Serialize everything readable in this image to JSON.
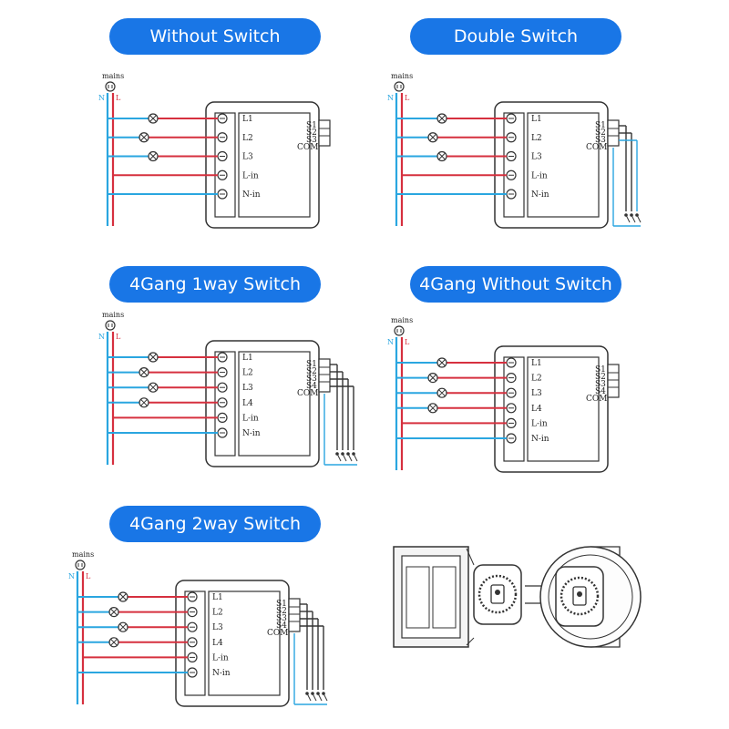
{
  "titles": {
    "without_switch": "Without Switch",
    "double_switch": "Double Switch",
    "gang4_1way": "4Gang 1way Switch",
    "gang4_without": "4Gang Without Switch",
    "gang4_2way": "4Gang 2way Switch"
  },
  "labels": {
    "mains": "mains",
    "n": "N",
    "l": "L",
    "l1": "L1",
    "l2": "L2",
    "l3": "L3",
    "l4": "L4",
    "lin": "L-in",
    "nin": "N-in",
    "s1": "S1",
    "s2": "S2",
    "s3": "S3",
    "s4": "S4",
    "com": "COM"
  },
  "colors": {
    "pill": "#1976e6",
    "live_wire": "#d6303f",
    "neutral_wire": "#2aa6e0",
    "outline": "#333333"
  },
  "diagrams": [
    {
      "id": "without-switch",
      "gangs": 3,
      "switch": "none",
      "s_labels": 3
    },
    {
      "id": "double-switch",
      "gangs": 3,
      "switch": "double",
      "s_labels": 3
    },
    {
      "id": "4gang-1way",
      "gangs": 4,
      "switch": "1way",
      "s_labels": 4
    },
    {
      "id": "4gang-without",
      "gangs": 4,
      "switch": "none",
      "s_labels": 4
    },
    {
      "id": "4gang-2way",
      "gangs": 4,
      "switch": "2way",
      "s_labels": 4
    }
  ]
}
